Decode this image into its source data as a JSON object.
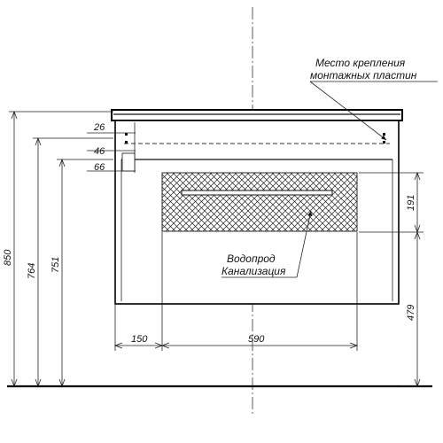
{
  "notes": {
    "mount": [
      "Место крепления",
      "монтажных пластин"
    ],
    "utilities": [
      "Водопрод",
      "Канализация"
    ]
  },
  "dimensions": {
    "mount_26": "26",
    "mount_46": "46",
    "mount_66": "66",
    "height_850": "850",
    "height_764": "764",
    "height_751": "751",
    "zone_191": "191",
    "zone_479": "479",
    "offset_150": "150",
    "width_590": "590"
  },
  "colors": {
    "line": "#111111",
    "background": "#ffffff"
  }
}
